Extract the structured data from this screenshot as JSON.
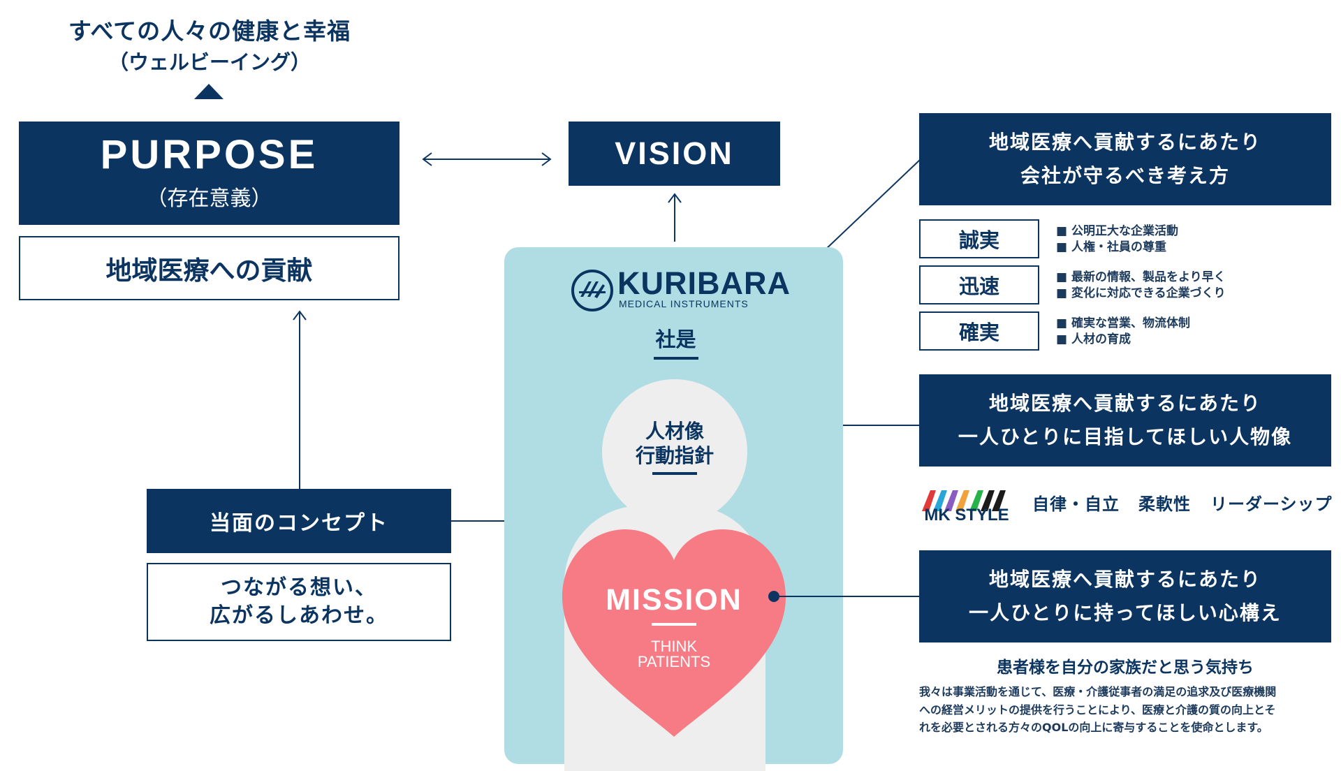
{
  "wellbeing": {
    "title": "すべての人々の健康と幸福",
    "subtitle": "（ウェルビーイング）"
  },
  "purpose": {
    "label_en": "PURPOSE",
    "label_jp": "（存在意義）",
    "statement": "地域医療への貢献"
  },
  "vision": {
    "label": "VISION"
  },
  "concept": {
    "label": "当面のコンセプト",
    "line1": "つながる想い、",
    "line2": "広がるしあわせ。"
  },
  "logo": {
    "name": "KURIBARA",
    "sub": "MEDICAL INSTRUMENTS"
  },
  "motto": {
    "label": "社是"
  },
  "person": {
    "line1": "人材像",
    "line2": "行動指針"
  },
  "mission": {
    "label": "MISSION",
    "sub1": "THINK",
    "sub2": "PATIENTS"
  },
  "philosophy": {
    "line1": "地域医療へ貢献するにあたり",
    "line2": "会社が守るべき考え方"
  },
  "virtues": [
    {
      "name": "誠実",
      "items": [
        "■ 公明正大な企業活動",
        "■ 人権・社員の尊重"
      ]
    },
    {
      "name": "迅速",
      "items": [
        "■ 最新の情報、製品をより早く",
        "■ 変化に対応できる企業づくり"
      ]
    },
    {
      "name": "確実",
      "items": [
        "■ 確実な営業、物流体制",
        "■ 人材の育成"
      ]
    }
  ],
  "ideal_person": {
    "line1": "地域医療へ貢献するにあたり",
    "line2": "一人ひとりに目指してほしい人物像"
  },
  "mk_style": {
    "logo_text": "MK STYLE",
    "items": [
      "自律・自立",
      "柔軟性",
      "リーダーシップ"
    ]
  },
  "mindset": {
    "line1": "地域医療へ貢献するにあたり",
    "line2": "一人ひとりに持ってほしい心構え"
  },
  "feeling": "患者様を自分の家族だと思う気持ち",
  "mission_desc": [
    "我々は事業活動を通じて、医療・介護従事者の満足の追求及び医療機関",
    "への経営メリットの提供を行うことにより、医療と介護の質の向上とそ",
    "れを必要とされる方々のQOLの向上に寄与することを使命とします。"
  ],
  "colors": {
    "navy": "#0b3560",
    "panel": "#b0dde4",
    "heart": "#f67b85",
    "silhouette": "#eeeeee"
  }
}
